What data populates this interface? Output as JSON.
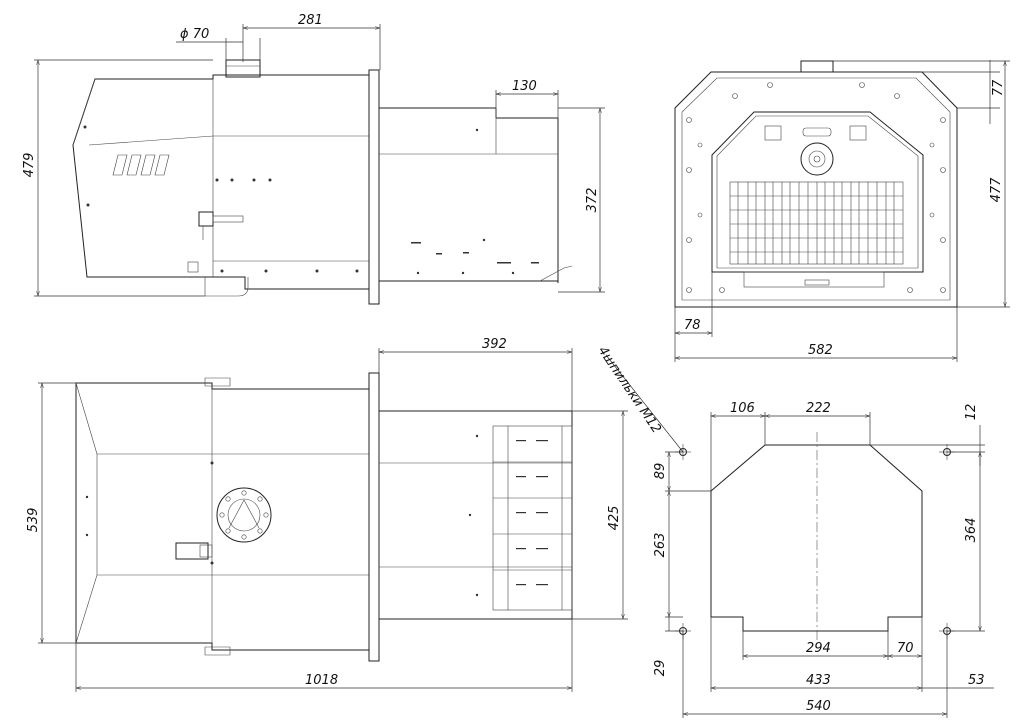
{
  "dimensions": {
    "d_top_diam": "ϕ 70",
    "d_top_281": "281",
    "d_top_130": "130",
    "d_height_479": "479",
    "d_height_372": "372",
    "d_front_77": "77",
    "d_front_477": "477",
    "d_front_78": "78",
    "d_front_582": "582",
    "d_side_392": "392",
    "d_side_539": "539",
    "d_side_425": "425",
    "d_side_1018": "1018",
    "d_flange_106": "106",
    "d_flange_222": "222",
    "d_flange_12": "12",
    "d_flange_89": "89",
    "d_flange_263": "263",
    "d_flange_364": "364",
    "d_flange_294": "294",
    "d_flange_70": "70",
    "d_flange_29": "29",
    "d_flange_433": "433",
    "d_flange_53": "53",
    "d_flange_540": "540"
  },
  "notes": {
    "studs": "4шпильки М12"
  }
}
